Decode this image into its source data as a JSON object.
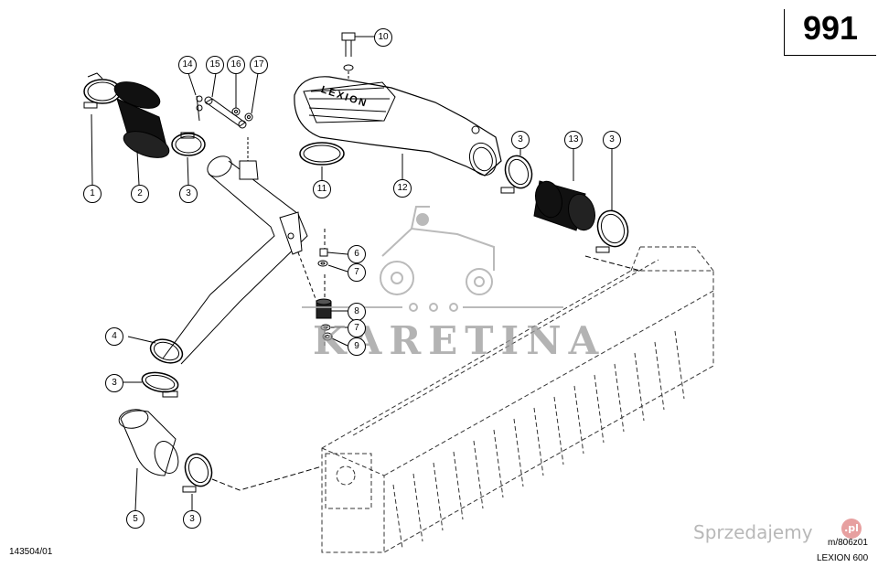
{
  "header": {
    "page_number": "991"
  },
  "footer": {
    "left_code": "143504/01",
    "drawing_ref": "m/806z01",
    "model": "LEXION 600"
  },
  "part_emblem": "LEXION",
  "watermark": {
    "text": "KARETINA",
    "marketplace": "Sprzedajemy",
    "marketplace_badge": ".pl"
  },
  "callouts": [
    {
      "id": "c1",
      "label": "1"
    },
    {
      "id": "c2",
      "label": "2"
    },
    {
      "id": "c3a",
      "label": "3"
    },
    {
      "id": "c14",
      "label": "14"
    },
    {
      "id": "c15",
      "label": "15"
    },
    {
      "id": "c16",
      "label": "16"
    },
    {
      "id": "c17",
      "label": "17"
    },
    {
      "id": "c10",
      "label": "10"
    },
    {
      "id": "c11",
      "label": "11"
    },
    {
      "id": "c12",
      "label": "12"
    },
    {
      "id": "c3b",
      "label": "3"
    },
    {
      "id": "c13",
      "label": "13"
    },
    {
      "id": "c3c",
      "label": "3"
    },
    {
      "id": "c6",
      "label": "6"
    },
    {
      "id": "c7a",
      "label": "7"
    },
    {
      "id": "c8",
      "label": "8"
    },
    {
      "id": "c7b",
      "label": "7"
    },
    {
      "id": "c9",
      "label": "9"
    },
    {
      "id": "c4",
      "label": "4"
    },
    {
      "id": "c3d",
      "label": "3"
    },
    {
      "id": "c5",
      "label": "5"
    },
    {
      "id": "c3e",
      "label": "3"
    }
  ]
}
